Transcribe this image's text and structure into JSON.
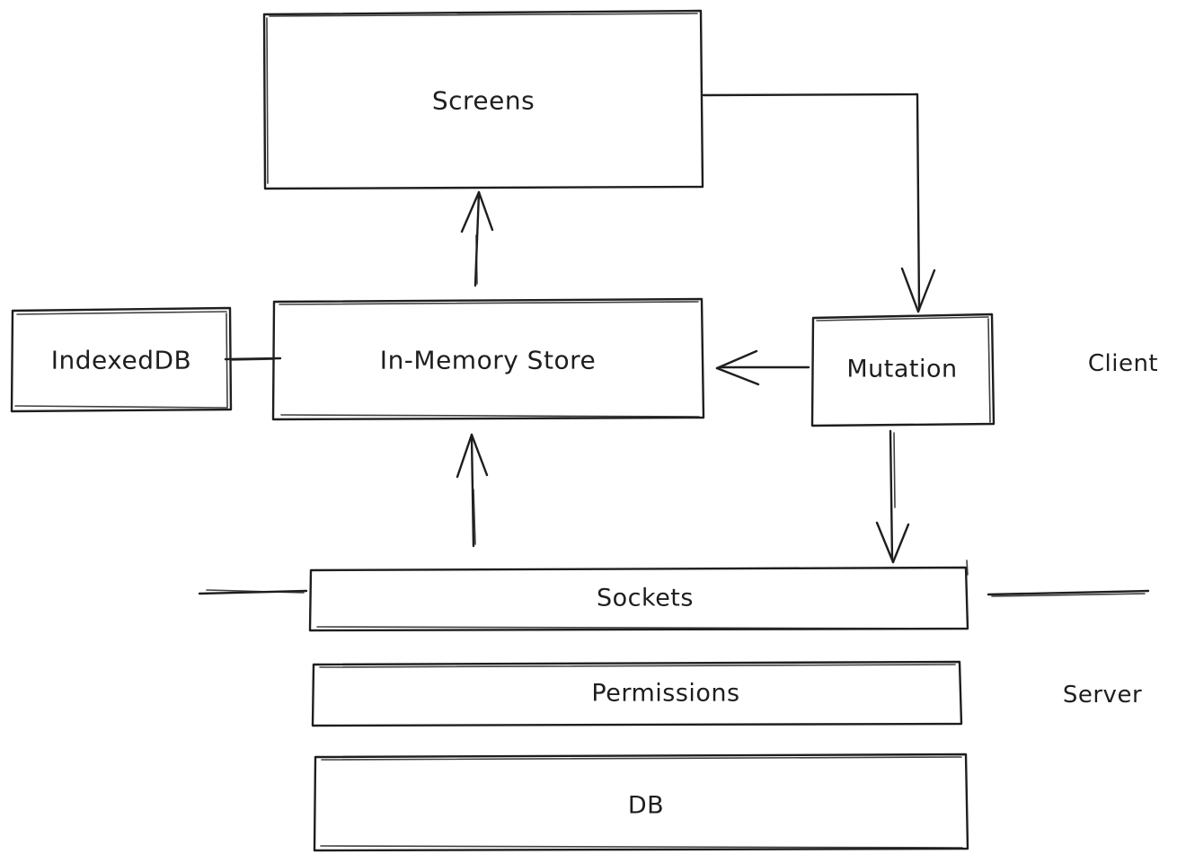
{
  "diagram": {
    "colors": {
      "background": "#ffffff",
      "stroke": "#1e1e1e"
    },
    "nodes": [
      {
        "id": "screens",
        "label": "Screens"
      },
      {
        "id": "in_memory_store",
        "label": "In-Memory Store"
      },
      {
        "id": "indexeddb",
        "label": "IndexedDB"
      },
      {
        "id": "mutation",
        "label": "Mutation"
      },
      {
        "id": "sockets",
        "label": "Sockets"
      },
      {
        "id": "permissions",
        "label": "Permissions"
      },
      {
        "id": "db",
        "label": "DB"
      }
    ],
    "region_labels": [
      {
        "id": "client",
        "label": "Client"
      },
      {
        "id": "server",
        "label": "Server"
      }
    ],
    "edges": [
      {
        "from": "screens",
        "to": "mutation",
        "type": "arrow",
        "route": "right-then-down"
      },
      {
        "from": "in_memory_store",
        "to": "screens",
        "type": "arrow",
        "route": "up"
      },
      {
        "from": "indexeddb",
        "to": "in_memory_store",
        "type": "line",
        "route": "right"
      },
      {
        "from": "mutation",
        "to": "in_memory_store",
        "type": "arrow",
        "route": "left"
      },
      {
        "from": "mutation",
        "to": "sockets",
        "type": "arrow",
        "route": "down"
      },
      {
        "from": "sockets",
        "to": "in_memory_store",
        "type": "arrow",
        "route": "up"
      }
    ],
    "dividers": [
      {
        "id": "client-server-divider-left",
        "side": "left of Sockets"
      },
      {
        "id": "client-server-divider-right",
        "side": "right of Sockets"
      }
    ]
  }
}
